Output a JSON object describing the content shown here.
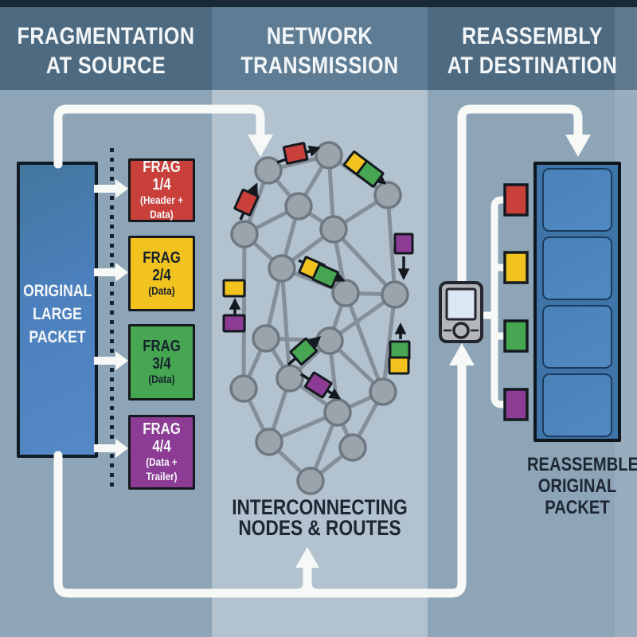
{
  "columns": [
    {
      "id": "source",
      "header_line1": "FRAGMENTATION",
      "header_line2": "AT SOURCE"
    },
    {
      "id": "network",
      "header_line1": "NETWORK",
      "header_line2": "TRANSMISSION"
    },
    {
      "id": "destination",
      "header_line1": "REASSEMBLY",
      "header_line2": "AT DESTINATION"
    }
  ],
  "source": {
    "original_packet": {
      "line1": "ORIGINAL",
      "line2": "LARGE",
      "line3": "PACKET",
      "fill": "#4b80bd"
    },
    "fragments": [
      {
        "title": "FRAG 1/4",
        "subtitle": "(Header + Data)",
        "fill": "#c9403a",
        "text": "#f4f6f8"
      },
      {
        "title": "FRAG 2/4",
        "subtitle": "(Data)",
        "fill": "#f2c31f",
        "text": "#16212e"
      },
      {
        "title": "FRAG 3/4",
        "subtitle": "(Data)",
        "fill": "#47a651",
        "text": "#16212e"
      },
      {
        "title": "FRAG 4/4",
        "subtitle": "(Data + Trailer)",
        "fill": "#8d3c95",
        "text": "#f4f6f8"
      }
    ]
  },
  "network": {
    "caption_line1": "INTERCONNECTING",
    "caption_line2": "NODES & ROUTES",
    "node_count": 18,
    "transit_packets": [
      {
        "colors": [
          "red"
        ],
        "direction": "right"
      },
      {
        "colors": [
          "yellow",
          "green"
        ],
        "direction": "down-right"
      },
      {
        "colors": [
          "red"
        ],
        "direction": "up-right"
      },
      {
        "colors": [
          "purple"
        ],
        "direction": "down"
      },
      {
        "colors": [
          "yellow",
          "green"
        ],
        "direction": "down-right"
      },
      {
        "colors": [
          "yellow",
          "purple"
        ],
        "direction": "up"
      },
      {
        "colors": [
          "green"
        ],
        "direction": "up-right"
      },
      {
        "colors": [
          "purple"
        ],
        "direction": "down-right"
      },
      {
        "colors": [
          "green",
          "yellow"
        ],
        "direction": "up"
      }
    ]
  },
  "destination": {
    "device": "handheld-reassembly-device",
    "incoming_fragments": [
      {
        "color": "red",
        "fill": "#c9403a"
      },
      {
        "color": "yellow",
        "fill": "#f2c31f"
      },
      {
        "color": "green",
        "fill": "#47a651"
      },
      {
        "color": "purple",
        "fill": "#8d3c95"
      }
    ],
    "reassembled_packet": {
      "segments": 4,
      "caption_line1": "REASSEMBLED",
      "caption_line2": "ORIGINAL",
      "caption_line3": "PACKET"
    }
  },
  "palette": {
    "red": "#c9403a",
    "yellow": "#f2c31f",
    "green": "#47a651",
    "purple": "#8d3c95",
    "packet_blue": "#4b80bd",
    "segment_blue": "#4d84bb",
    "node_gray": "#9ba3ab",
    "edge_gray": "#828c96",
    "flow_white": "#f7f9f6",
    "bg_side": "#8da5b7",
    "bg_middle": "#b2c2cf",
    "header_side": "#4e6a80",
    "header_middle": "#5e7d94",
    "top_bar": "#1b2836",
    "dark_text": "#1d2733"
  }
}
